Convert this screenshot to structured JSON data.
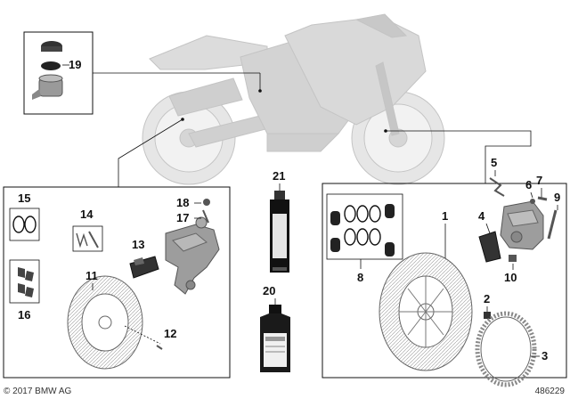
{
  "callouts": [
    "1",
    "2",
    "3",
    "4",
    "5",
    "6",
    "7",
    "8",
    "9",
    "10",
    "11",
    "12",
    "13",
    "14",
    "15",
    "16",
    "17",
    "18",
    "19",
    "20",
    "21"
  ],
  "footer": {
    "copyright": "© 2017 BMW AG",
    "diagram_id": "486229"
  }
}
